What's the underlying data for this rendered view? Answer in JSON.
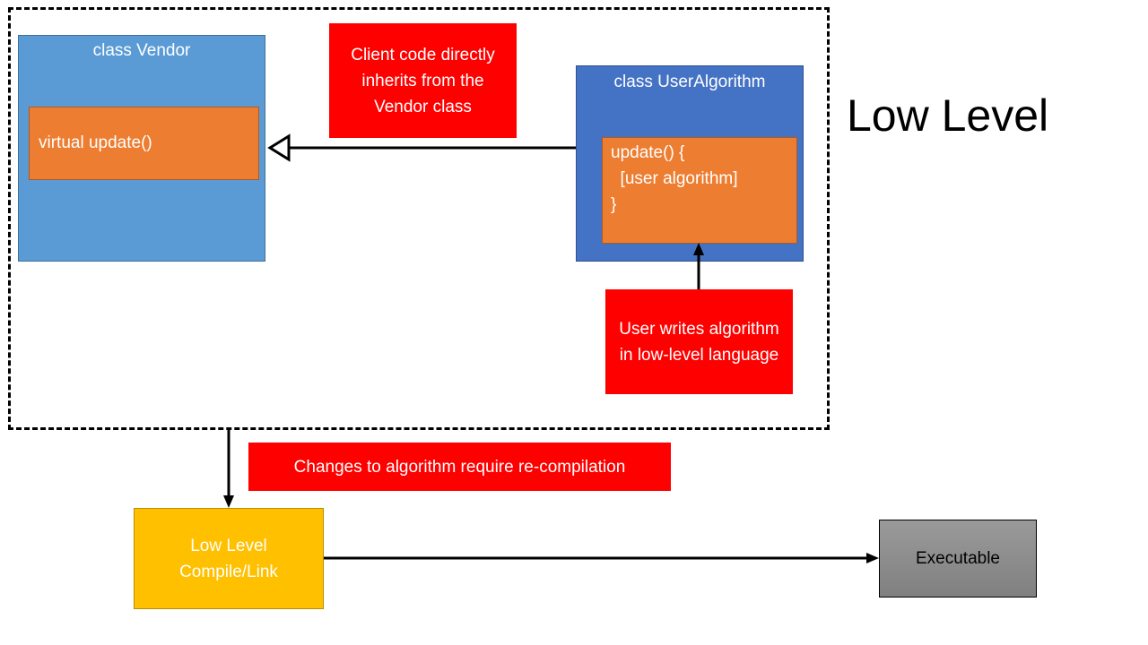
{
  "title": "Low Level",
  "vendor": {
    "label": "class Vendor",
    "method": "virtual update()"
  },
  "user_algorithm": {
    "label": "class UserAlgorithm",
    "code": "update() {\n  [user algorithm]\n}"
  },
  "notes": {
    "inherits": "Client code directly inherits from the Vendor class",
    "user_writes": "User writes algorithm in low-level language",
    "recompile": "Changes to algorithm require re-compilation"
  },
  "compile_box": {
    "label": "Low Level Compile/Link"
  },
  "executable_box": {
    "label": "Executable"
  },
  "colors": {
    "vendor": "#5b9bd5",
    "user_algorithm": "#4472c4",
    "method": "#ed7d31",
    "note": "#ff0000",
    "compile": "#ffc000",
    "executable": "#808080"
  }
}
